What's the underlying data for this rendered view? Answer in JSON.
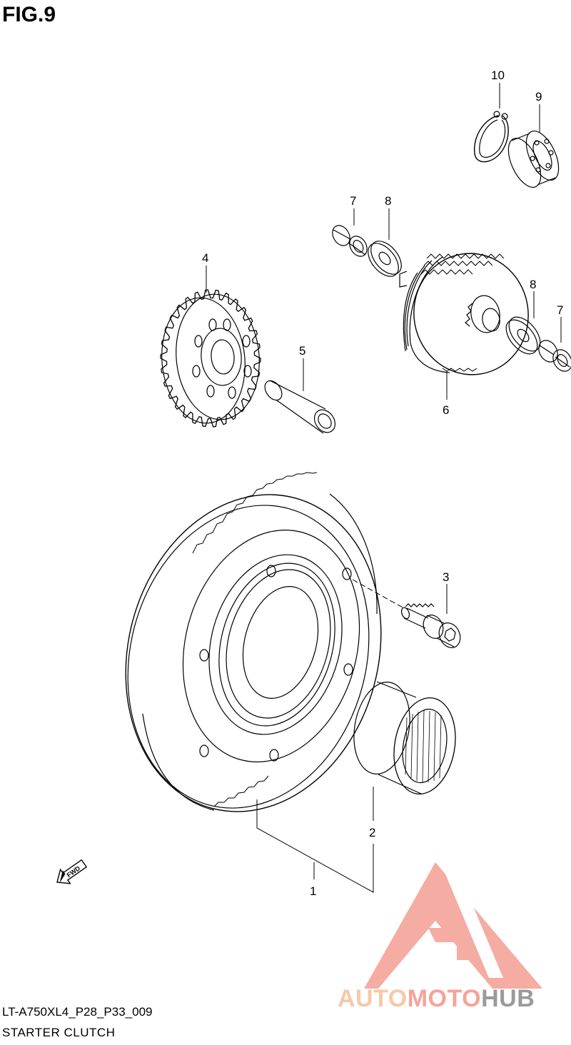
{
  "figure": {
    "title": "FIG.9",
    "code": "LT-A750XL4_P28_P33_009",
    "caption": "STARTER CLUTCH",
    "direction_badge": "FWD"
  },
  "callouts": [
    {
      "id": "c1",
      "text": "1"
    },
    {
      "id": "c2",
      "text": "2"
    },
    {
      "id": "c3",
      "text": "3"
    },
    {
      "id": "c4",
      "text": "4"
    },
    {
      "id": "c5",
      "text": "5"
    },
    {
      "id": "c6",
      "text": "6"
    },
    {
      "id": "c7a",
      "text": "7"
    },
    {
      "id": "c7b",
      "text": "7"
    },
    {
      "id": "c8a",
      "text": "8"
    },
    {
      "id": "c8b",
      "text": "8"
    },
    {
      "id": "c9",
      "text": "9"
    },
    {
      "id": "c10",
      "text": "10"
    }
  ],
  "watermark": {
    "part1": "AUTO",
    "part2": "MOTO",
    "part3": "HUB",
    "colors": {
      "auto": "#f6c8a8",
      "moto": "#f4a49a",
      "hub": "#9a9a9a",
      "triangle": "#f4a49a"
    }
  }
}
